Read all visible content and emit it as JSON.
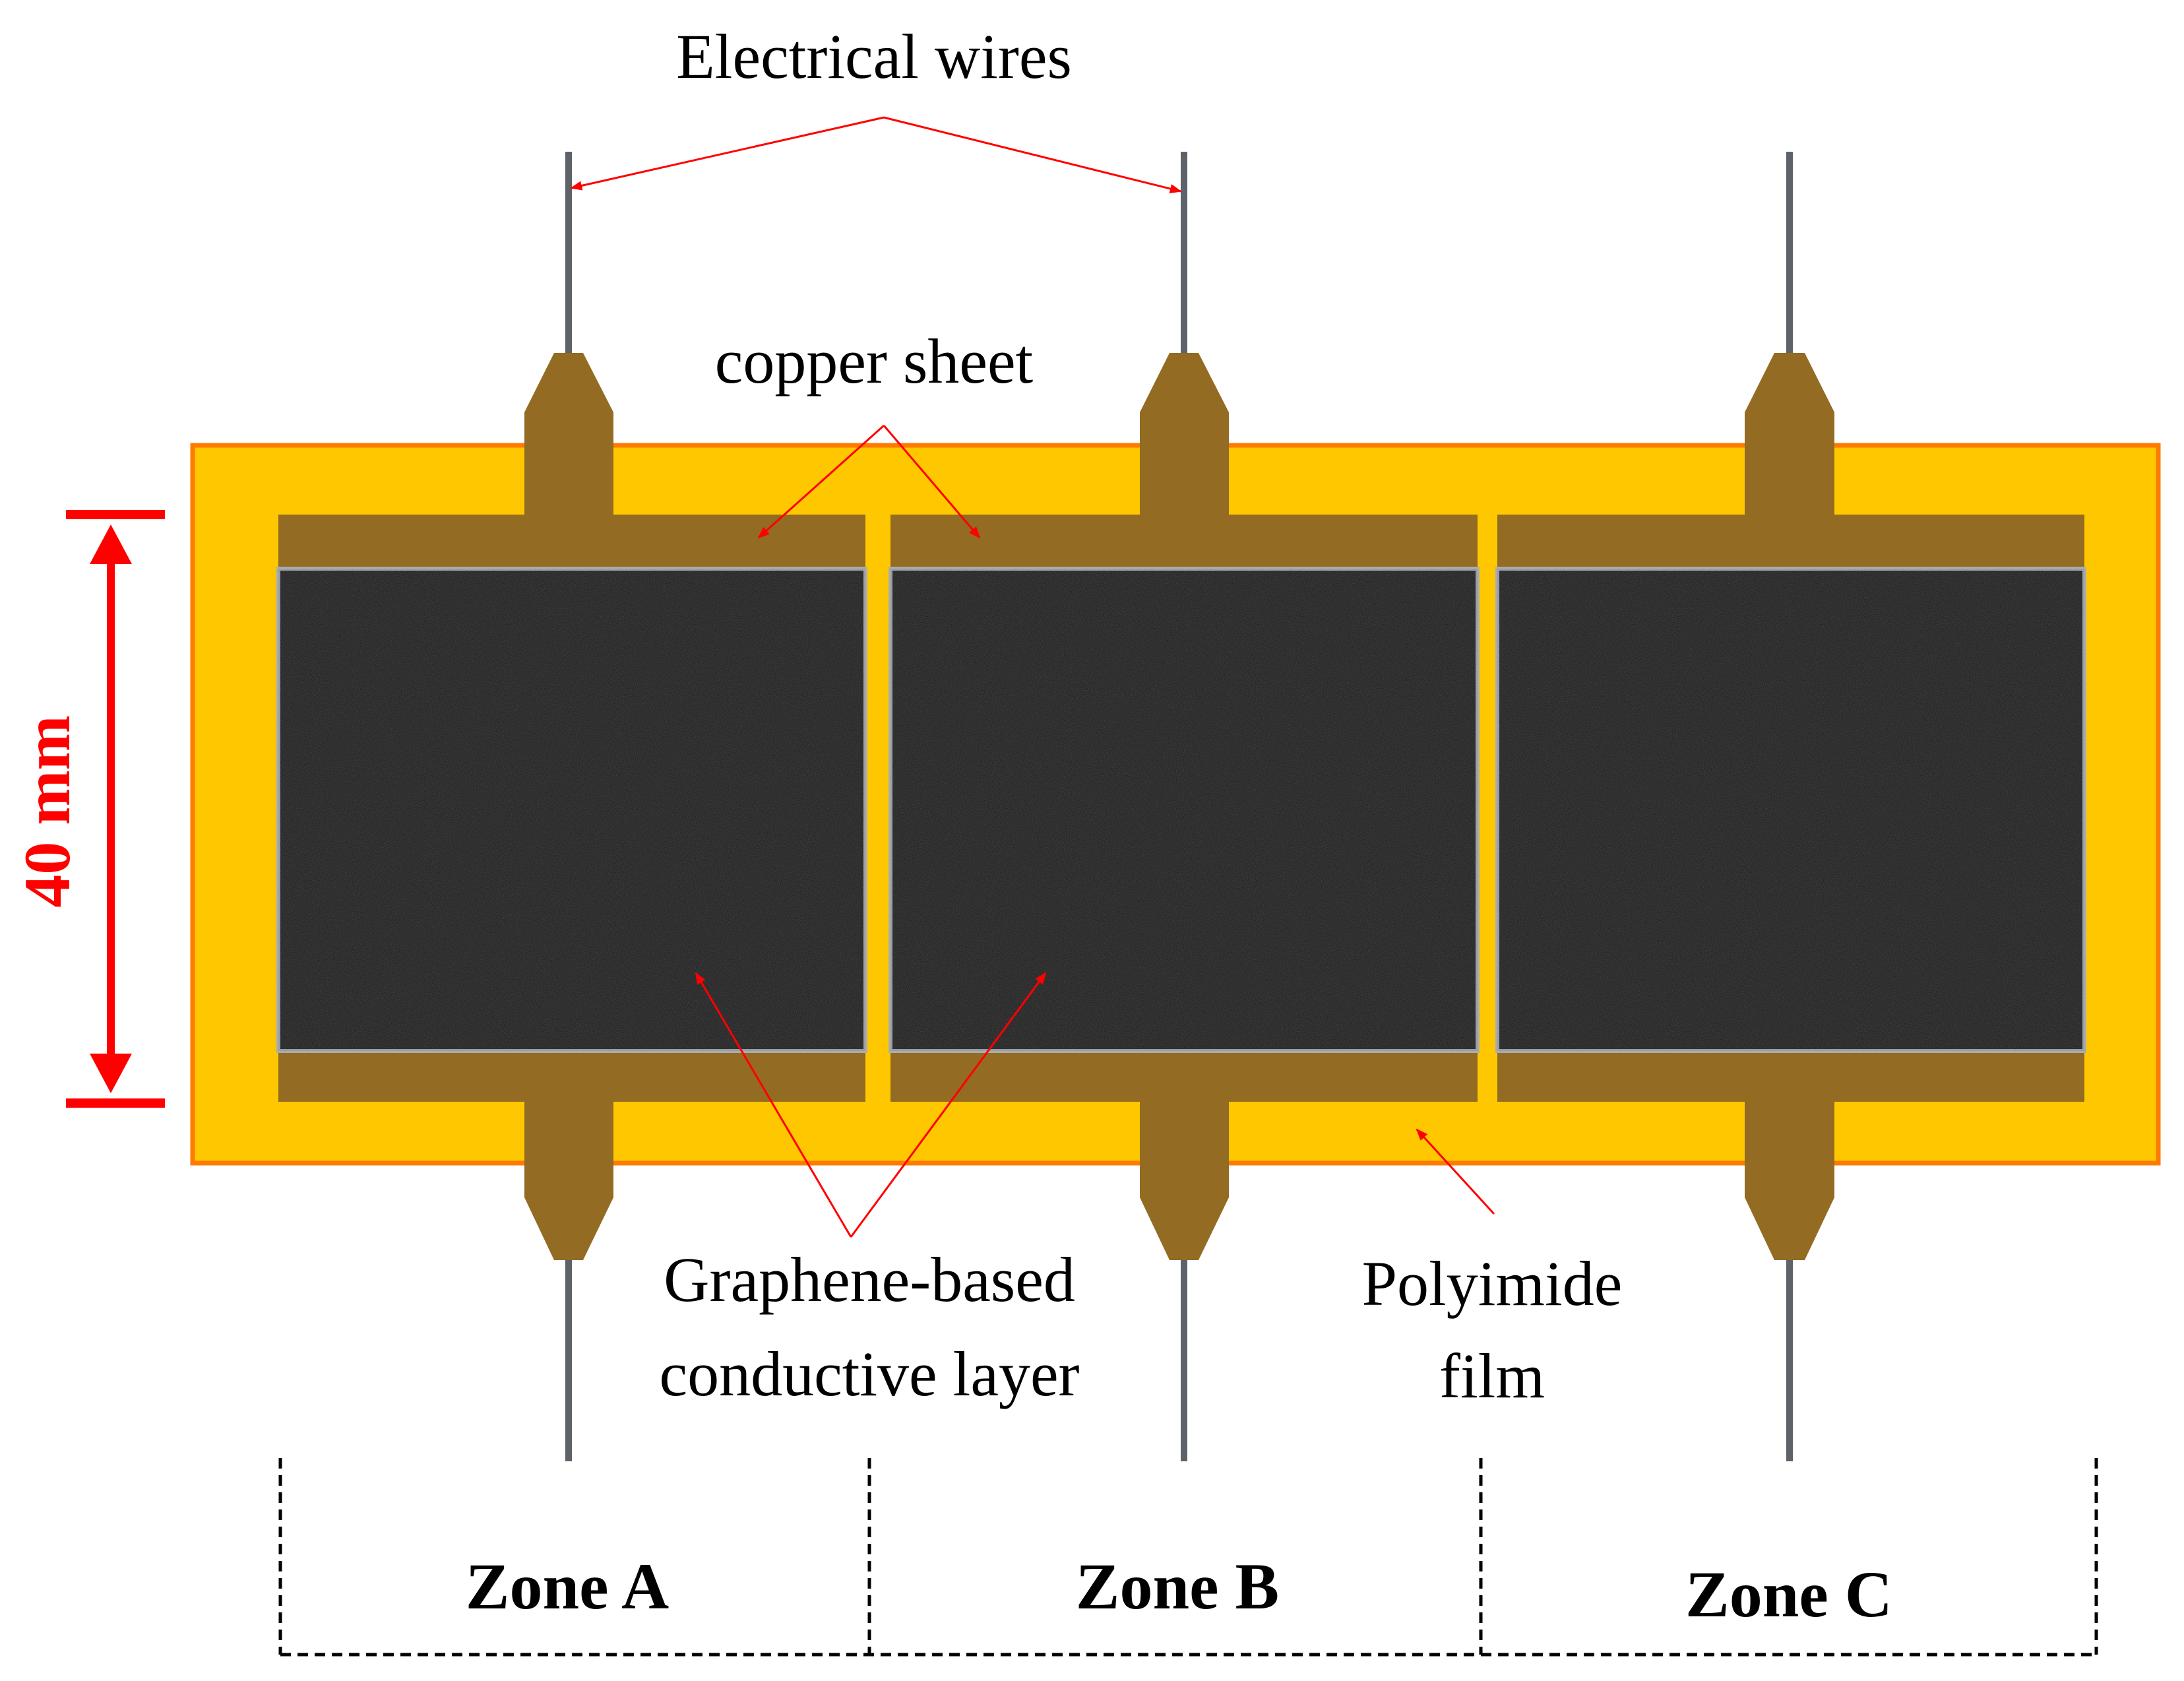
{
  "labels": {
    "electrical_wires": "Electrical wires",
    "copper_sheet": "copper sheet",
    "graphene_line1": "Graphene-based",
    "graphene_line2": "conductive layer",
    "polyimide_line1": "Polyimide",
    "polyimide_line2": "film",
    "dimension": "40 mm"
  },
  "zones": [
    "Zone A",
    "Zone B",
    "Zone C"
  ],
  "colors": {
    "polyimide_fill": "#ffc700",
    "polyimide_border": "#ff7a00",
    "copper": "#936b22",
    "graphene": "#161616",
    "wire": "#5d6368",
    "annotation": "#ff0000"
  }
}
